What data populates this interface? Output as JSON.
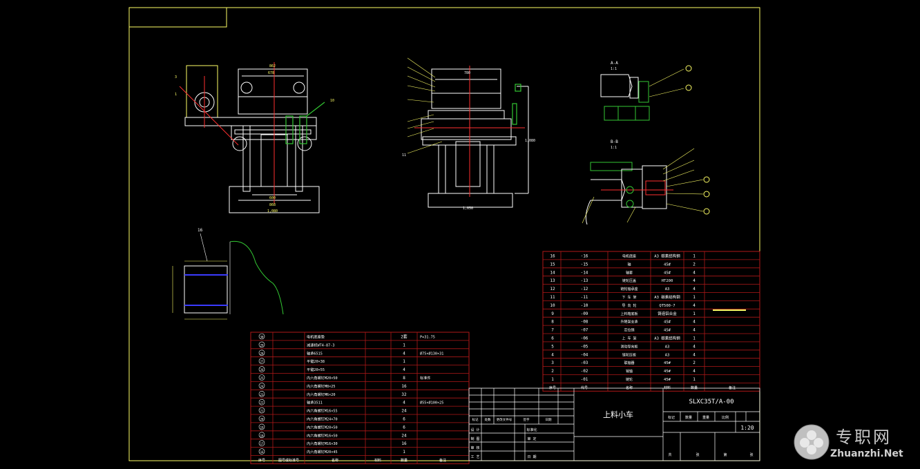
{
  "colors": {
    "frame": "#ffff66",
    "table": "#b01818",
    "text": "#ffffff",
    "part": "#33c833",
    "center": "#ff3030",
    "blue": "#3b3bff"
  },
  "views": {
    "section_top": "A-A",
    "section_top_scale": "1:1",
    "section_mid": "B-B",
    "section_mid_scale": "1:1",
    "view1_item_16": "16"
  },
  "dims": {
    "front_width": "1,080",
    "front_mid": "868",
    "front_inner": "600",
    "front_top": "862",
    "front_top_inner": "678",
    "side_bottom": "1,050",
    "side_top": "780",
    "side_height": "1,080"
  },
  "balloons": {
    "front_left": "3",
    "front_left2": "1",
    "front_right": "10",
    "side_right": "11"
  },
  "parts_right": {
    "rows": [
      {
        "no": "16",
        "code": "-16",
        "name": "电机底座",
        "mat": "A3 碳素结构钢",
        "qty": "1"
      },
      {
        "no": "15",
        "code": "-15",
        "name": "轴",
        "mat": "45#",
        "qty": "2"
      },
      {
        "no": "14",
        "code": "-14",
        "name": "轴套",
        "mat": "45#",
        "qty": "4"
      },
      {
        "no": "13",
        "code": "-13",
        "name": "链轮压盖",
        "mat": "HT200",
        "qty": "4"
      },
      {
        "no": "12",
        "code": "-12",
        "name": "链轮轴承座",
        "mat": "A3",
        "qty": "4"
      },
      {
        "no": "11",
        "code": "-11",
        "name": "下 车 架",
        "mat": "A3 碳素结构钢",
        "qty": "1"
      },
      {
        "no": "10",
        "code": "-10",
        "name": "导 向 轮",
        "mat": "QT500-7",
        "qty": "4"
      },
      {
        "no": "9",
        "code": "-09",
        "name": "上料箱底板",
        "mat": "铸造铝合金",
        "qty": "1"
      },
      {
        "no": "8",
        "code": "-08",
        "name": "升降架支承",
        "mat": "45#",
        "qty": "4"
      },
      {
        "no": "7",
        "code": "-07",
        "name": "定位销",
        "mat": "45#",
        "qty": "4"
      },
      {
        "no": "6",
        "code": "-06",
        "name": "上 车 架",
        "mat": "A3 碳素结构钢",
        "qty": "1"
      },
      {
        "no": "5",
        "code": "-05",
        "name": "滑动导向板",
        "mat": "A3",
        "qty": "4"
      },
      {
        "no": "4",
        "code": "-04",
        "name": "链轮压板",
        "mat": "A3",
        "qty": "4"
      },
      {
        "no": "3",
        "code": "-03",
        "name": "联轴器",
        "mat": "45#",
        "qty": "2"
      },
      {
        "no": "2",
        "code": "-02",
        "name": "销轴",
        "mat": "45#",
        "qty": "4"
      },
      {
        "no": "1",
        "code": "-01",
        "name": "链轮",
        "mat": "45#",
        "qty": "1"
      }
    ],
    "header": [
      "序号",
      "代号",
      "名称",
      "材料",
      "数量",
      "备注"
    ]
  },
  "parts_left": {
    "rows": [
      {
        "no": "30",
        "name": "电机底座垫",
        "qty": "2套",
        "note": "P=31.75"
      },
      {
        "no": "29",
        "name": "减速机WT4-87-3",
        "qty": "1",
        "note": ""
      },
      {
        "no": "28",
        "name": "轴承6515",
        "qty": "4",
        "note": "Ø75×Ø130×31"
      },
      {
        "no": "27",
        "name": "平键20×38",
        "qty": "1",
        "note": ""
      },
      {
        "no": "26",
        "name": "平键20×55",
        "qty": "4",
        "note": ""
      },
      {
        "no": "25",
        "name": "内六角螺钉M20×50",
        "qty": "8",
        "note": "标准件"
      },
      {
        "no": "24",
        "name": "内六角螺钉M8×25",
        "qty": "16",
        "note": ""
      },
      {
        "no": "23",
        "name": "内六角螺钉M6×20",
        "qty": "32",
        "note": ""
      },
      {
        "no": "22",
        "name": "轴承3511",
        "qty": "4",
        "note": "Ø55×Ø100×25"
      },
      {
        "no": "21",
        "name": "内六角螺钉M16×55",
        "qty": "24",
        "note": ""
      },
      {
        "no": "20",
        "name": "内六角螺钉M24×70",
        "qty": "6",
        "note": ""
      },
      {
        "no": "19",
        "name": "内六角螺钉M20×50",
        "qty": "6",
        "note": ""
      },
      {
        "no": "18",
        "name": "内六角螺钉M16×50",
        "qty": "24",
        "note": ""
      },
      {
        "no": "17",
        "name": "内六角螺钉M16×30",
        "qty": "16",
        "note": ""
      },
      {
        "no": "16",
        "name": "内六角螺钉M20×45",
        "qty": "1",
        "note": ""
      }
    ],
    "header": [
      "序号",
      "图号或标准号",
      "名称",
      "材料",
      "数量",
      "备注"
    ]
  },
  "titleblock": {
    "drawing_no": "SLXC35T/A-00",
    "title": "上料小车",
    "scale": "1:20",
    "hdr_labels": [
      "标记",
      "数量",
      "重量",
      "比例"
    ],
    "row_labels": [
      "设 计",
      "制 图",
      "审 核",
      "工 艺"
    ],
    "row_mid": [
      "标准化",
      "审 定",
      "日 期"
    ],
    "sheet": [
      "共",
      "张",
      "第",
      "张"
    ],
    "rev_labels": [
      "标记",
      "处数",
      "更改文件号",
      "签字",
      "日期"
    ]
  },
  "watermark": {
    "cn": "专职网",
    "en": "Zhuanzhi.Net"
  }
}
